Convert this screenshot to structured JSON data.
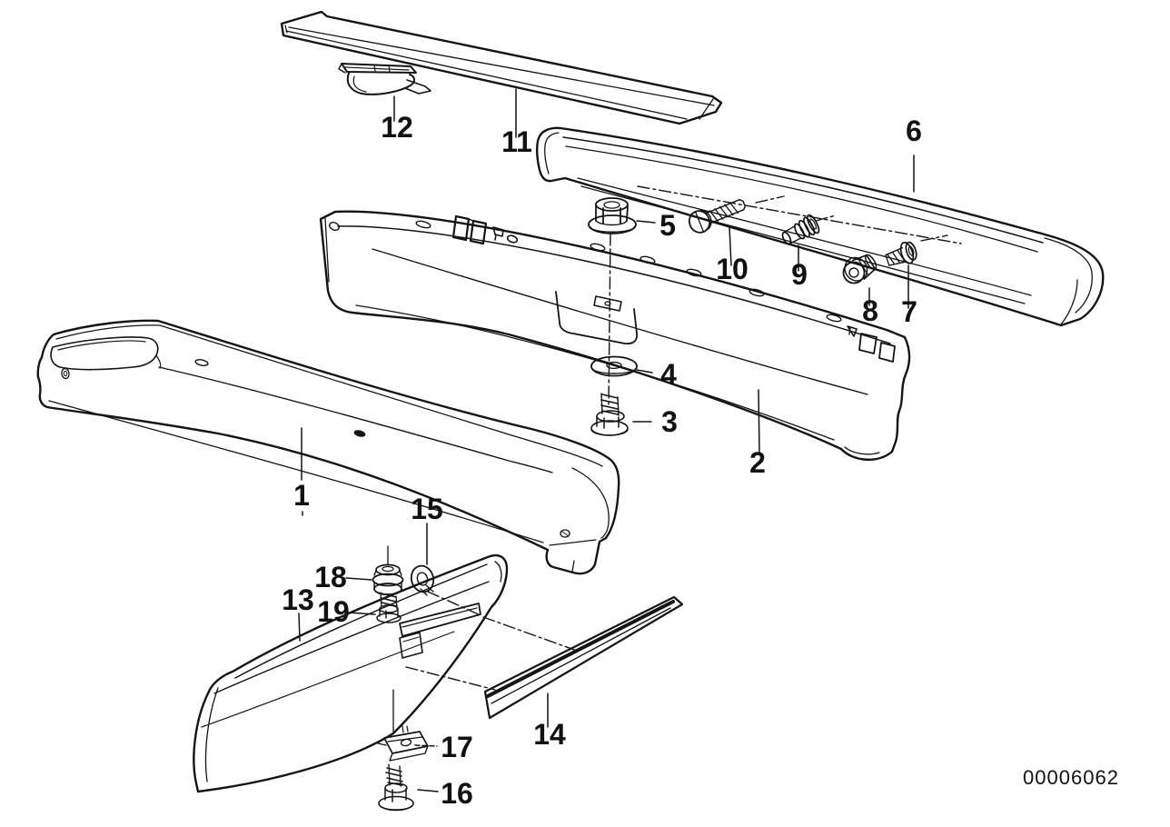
{
  "diagram": {
    "type": "exploded-parts-diagram",
    "background_color": "#ffffff",
    "line_color": "#141414",
    "drawing_number": "00006062",
    "callouts": [
      {
        "label": "1"
      },
      {
        "label": "2"
      },
      {
        "label": "3"
      },
      {
        "label": "4"
      },
      {
        "label": "5"
      },
      {
        "label": "6"
      },
      {
        "label": "7"
      },
      {
        "label": "8"
      },
      {
        "label": "9"
      },
      {
        "label": "10"
      },
      {
        "label": "11"
      },
      {
        "label": "12"
      },
      {
        "label": "13"
      },
      {
        "label": "14"
      },
      {
        "label": "15"
      },
      {
        "label": "16"
      },
      {
        "label": "17"
      },
      {
        "label": "18"
      },
      {
        "label": "19"
      }
    ]
  }
}
